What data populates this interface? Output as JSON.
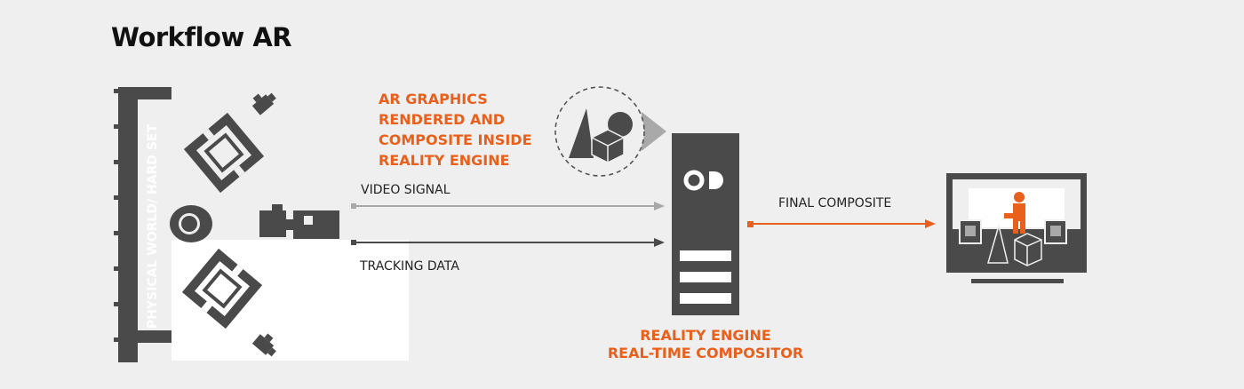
{
  "title": "Workflow AR",
  "physical_set_label": "PHYSICAL WORLD/ HARD SET",
  "ar_graphics_lines": [
    "AR GRAPHICS",
    "RENDERED AND",
    "COMPOSITE INSIDE",
    "REALITY ENGINE"
  ],
  "video_signal_label": "VIDEO SIGNAL",
  "tracking_data_label": "TRACKING DATA",
  "final_composite_label": "FINAL COMPOSITE",
  "compositor_lines": [
    "REALITY ENGINE",
    "REAL-TIME COMPOSITOR"
  ],
  "colors": {
    "accent": "#e8601c",
    "dark": "#4a4a4a",
    "light_gray": "#a9a9a9",
    "background": "#efefef"
  },
  "icons": [
    "set-wall-icon",
    "camera-icon",
    "presenter-icon",
    "chair-icon",
    "ar-shapes-icon",
    "server-tower-icon",
    "monitor-icon"
  ]
}
